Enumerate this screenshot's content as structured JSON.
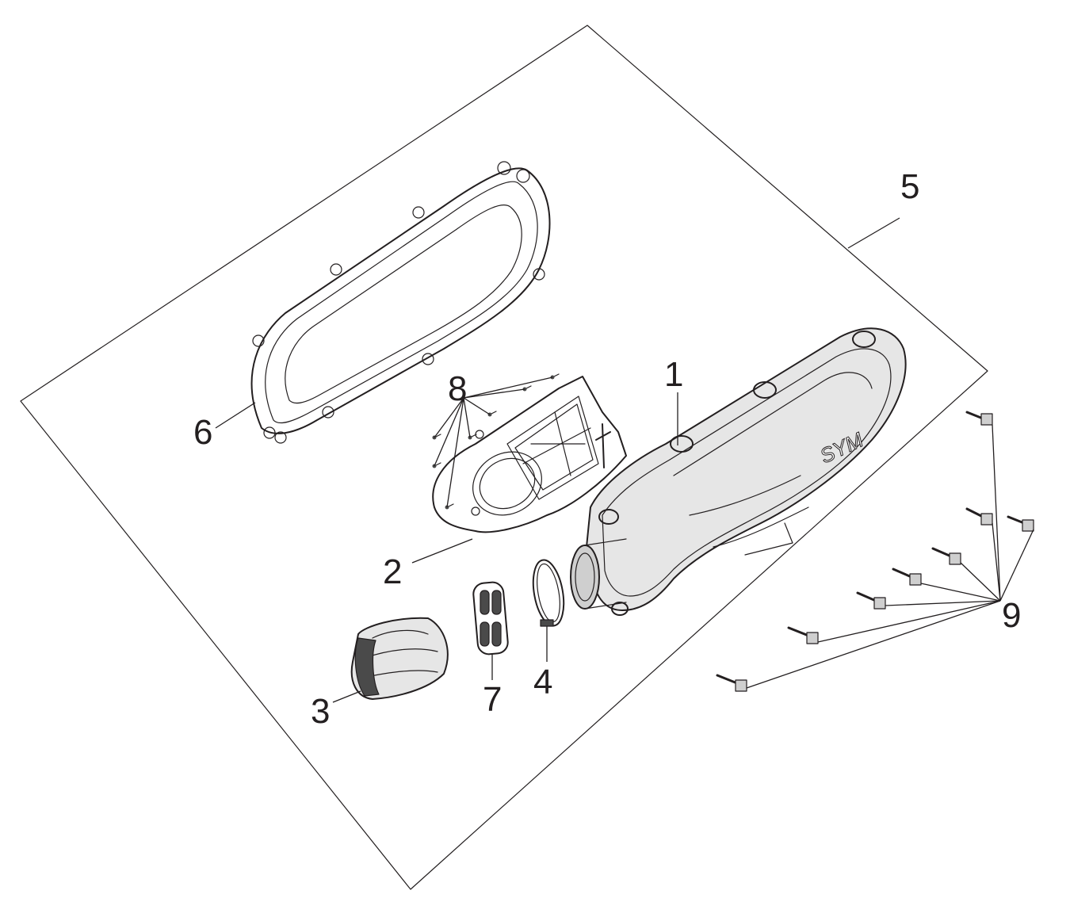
{
  "diagram": {
    "callouts": [
      {
        "id": "1",
        "label": "1"
      },
      {
        "id": "2",
        "label": "2"
      },
      {
        "id": "3",
        "label": "3"
      },
      {
        "id": "4",
        "label": "4"
      },
      {
        "id": "5",
        "label": "5"
      },
      {
        "id": "6",
        "label": "6"
      },
      {
        "id": "7",
        "label": "7"
      },
      {
        "id": "8",
        "label": "8"
      },
      {
        "id": "9",
        "label": "9"
      }
    ],
    "brand_mark": "SYM"
  }
}
